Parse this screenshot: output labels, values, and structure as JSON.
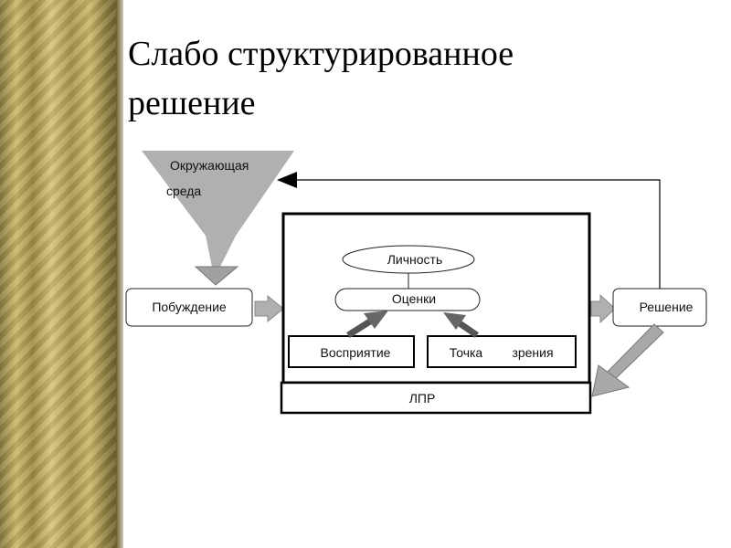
{
  "slide": {
    "title_line1": "Слабо структурированное",
    "title_line2": "решение"
  },
  "diagram": {
    "environment_line1": "Окружающая",
    "environment_line2": "среда",
    "motivation": "Побуждение",
    "personality": "Личность",
    "assessments": "Оценки",
    "perception": "Восприятие",
    "viewpoint_word1": "Точка",
    "viewpoint_word2": "зрения",
    "decision_maker": "ЛПР",
    "decision": "Решение"
  }
}
